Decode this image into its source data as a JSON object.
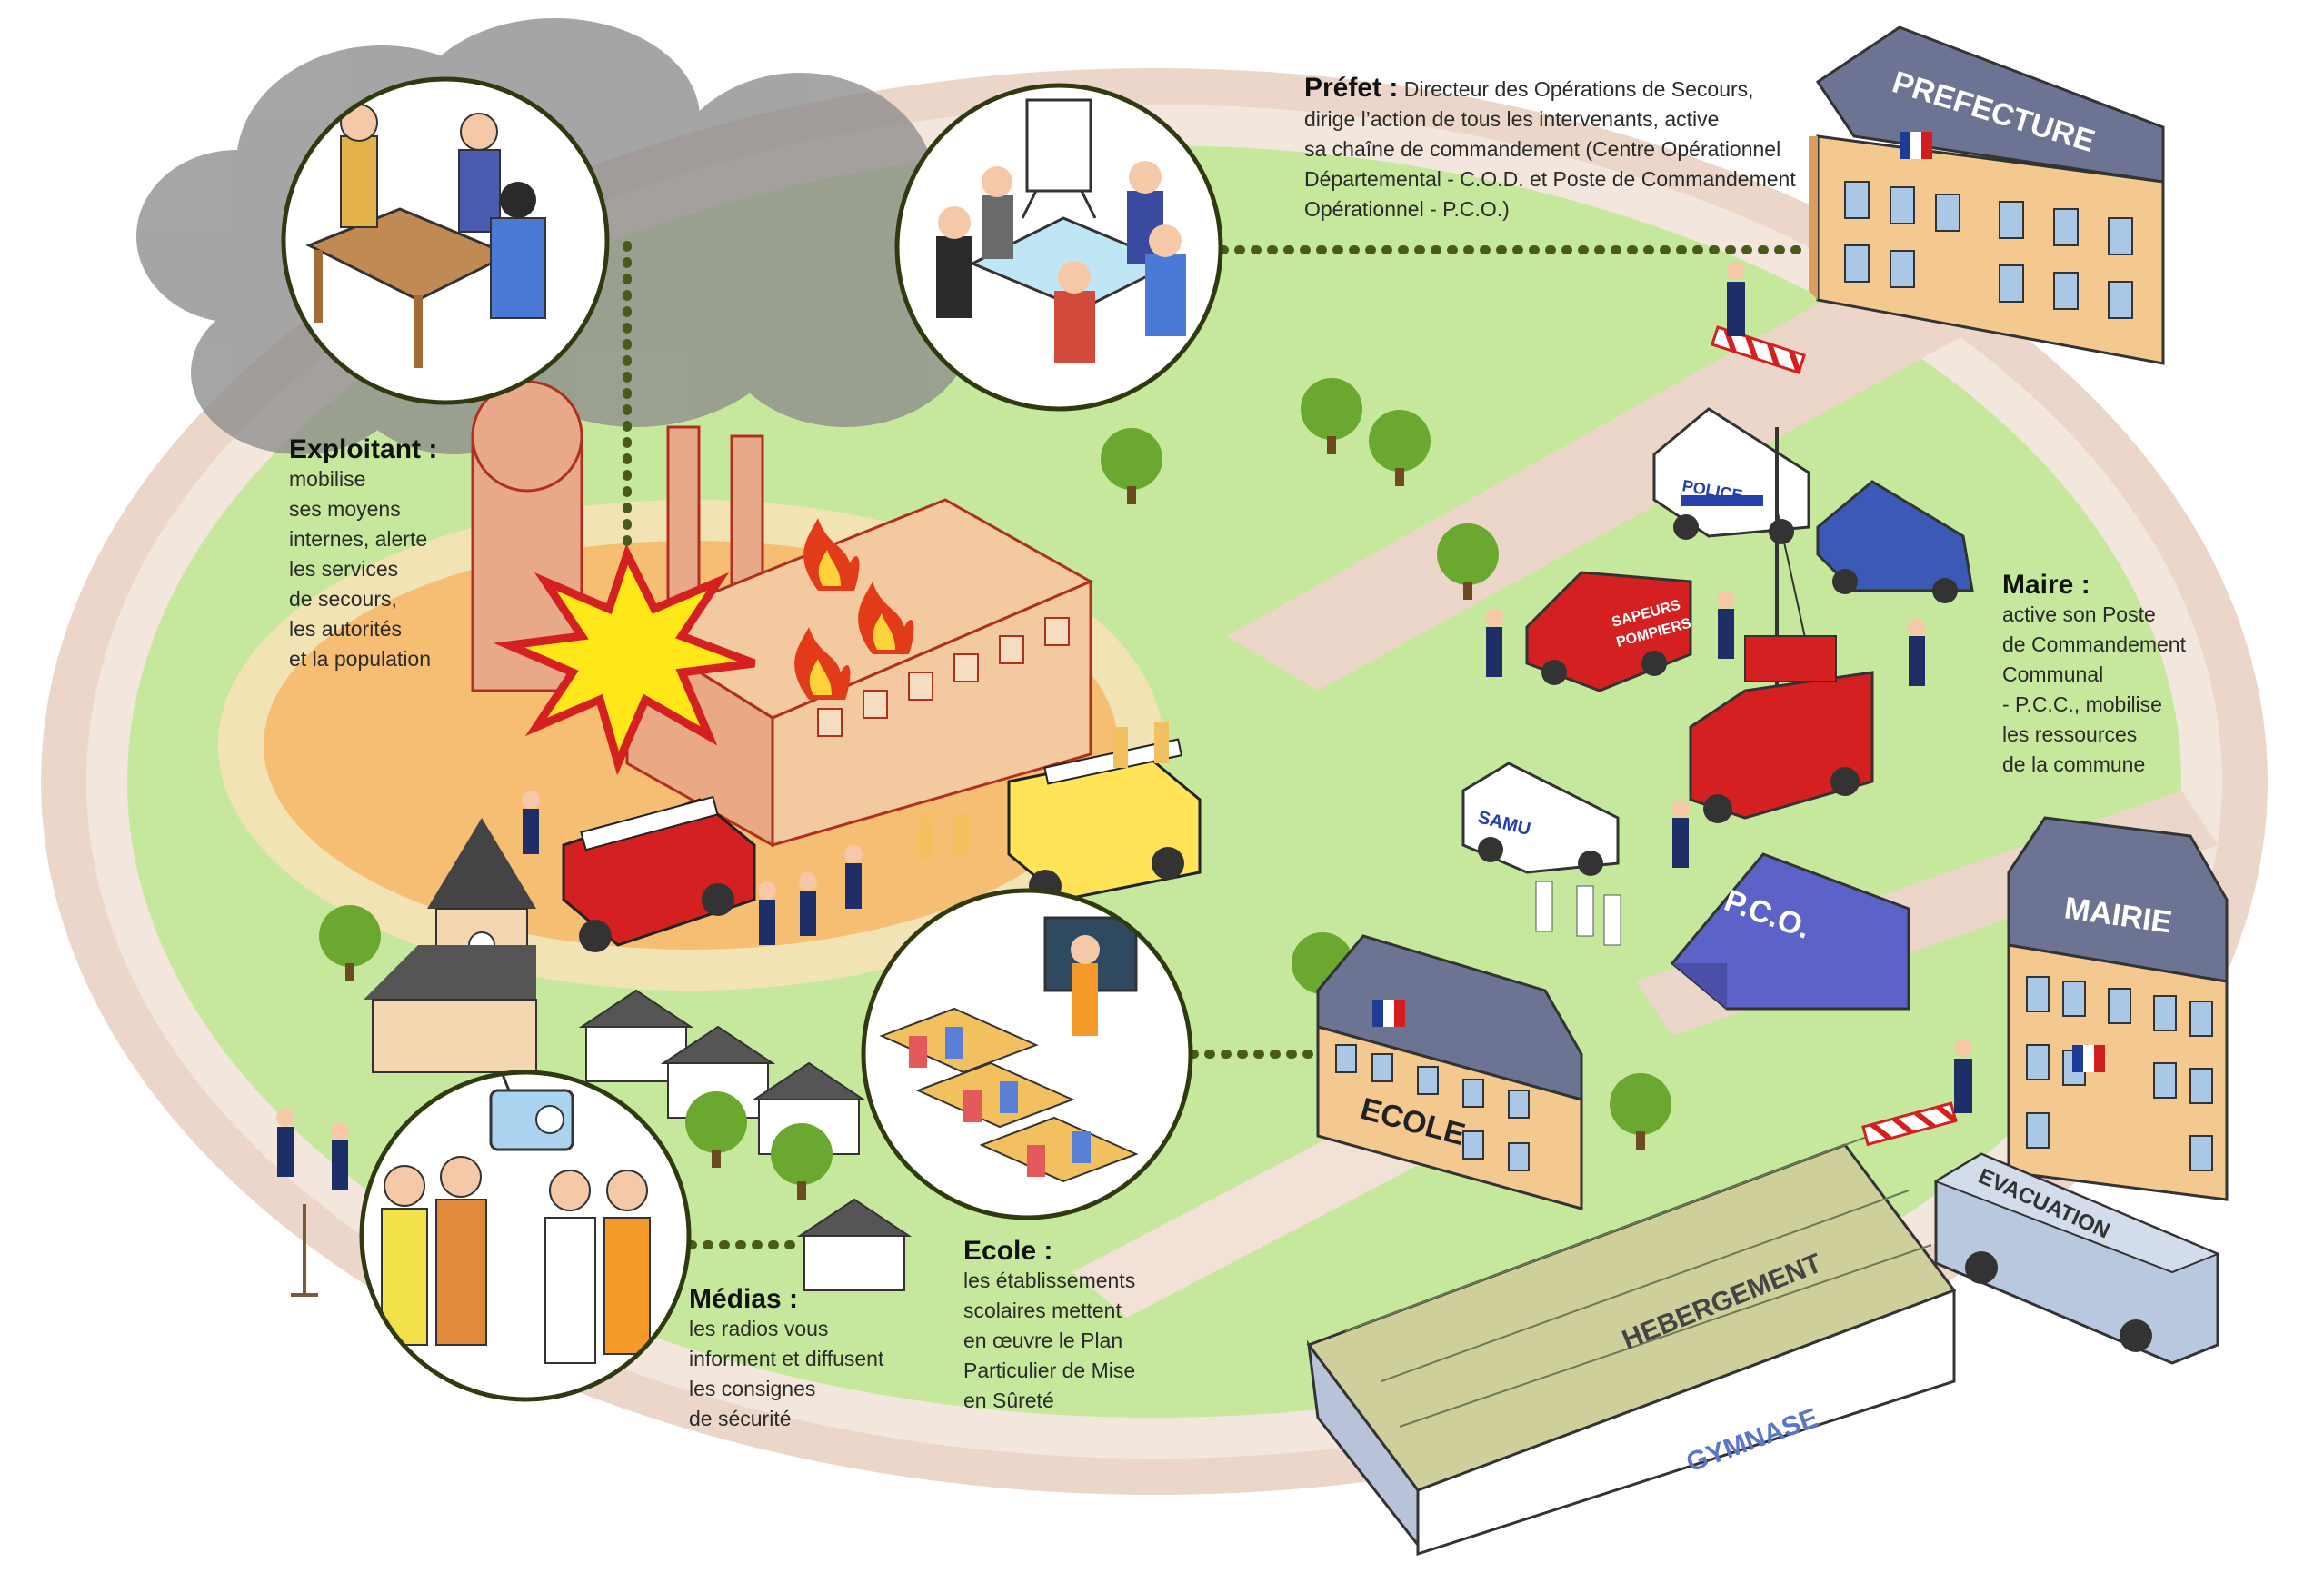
{
  "captions": {
    "prefet": {
      "title": "Préfet :",
      "text": "Directeur des Opérations de Secours,\ndirige l’action de tous les intervenants, active\nsa chaîne de commandement (Centre Opérationnel\nDépartemental - C.O.D. et Poste de Commandement\nOpérationnel - P.C.O.)"
    },
    "exploitant": {
      "title": "Exploitant :",
      "text": "mobilise\nses moyens\ninternes, alerte\nles services\nde secours,\nles autorités\net la population"
    },
    "maire": {
      "title": "Maire :",
      "text": "active son Poste\nde Commandement\nCommunal\n- P.C.C., mobilise\nles ressources\nde la commune"
    },
    "medias": {
      "title": "Médias :",
      "text": "les radios vous\ninforment et diffusent\nles consignes\nde sécurité"
    },
    "ecole": {
      "title": "Ecole :",
      "text": "les établissements\nscolaires mettent\nen œuvre le Plan\nParticulier de Mise\nen Sûreté"
    }
  },
  "buildings": {
    "prefecture": "PREFECTURE",
    "mairie": "MAIRIE",
    "ecole": "ECOLE",
    "hebergement": "HEBERGEMENT",
    "gymnase": "GYMNASE",
    "pco": "P.C.O."
  },
  "vehicles": {
    "police": "POLICE",
    "pompiers_line1": "SAPEURS",
    "pompiers_line2": "POMPIERS",
    "samu": "SAMU",
    "bus": "EVACUATION"
  },
  "colors": {
    "outer_ring": "#ecd6c9",
    "grass": "#c6e89c",
    "inner_ring": "#f2e3b5",
    "danger_zone": "#f5be72",
    "road": "#ecd6c9",
    "connector": "#4a5a1a",
    "fire_red": "#d42020",
    "smoke": "#8d8d8d"
  }
}
